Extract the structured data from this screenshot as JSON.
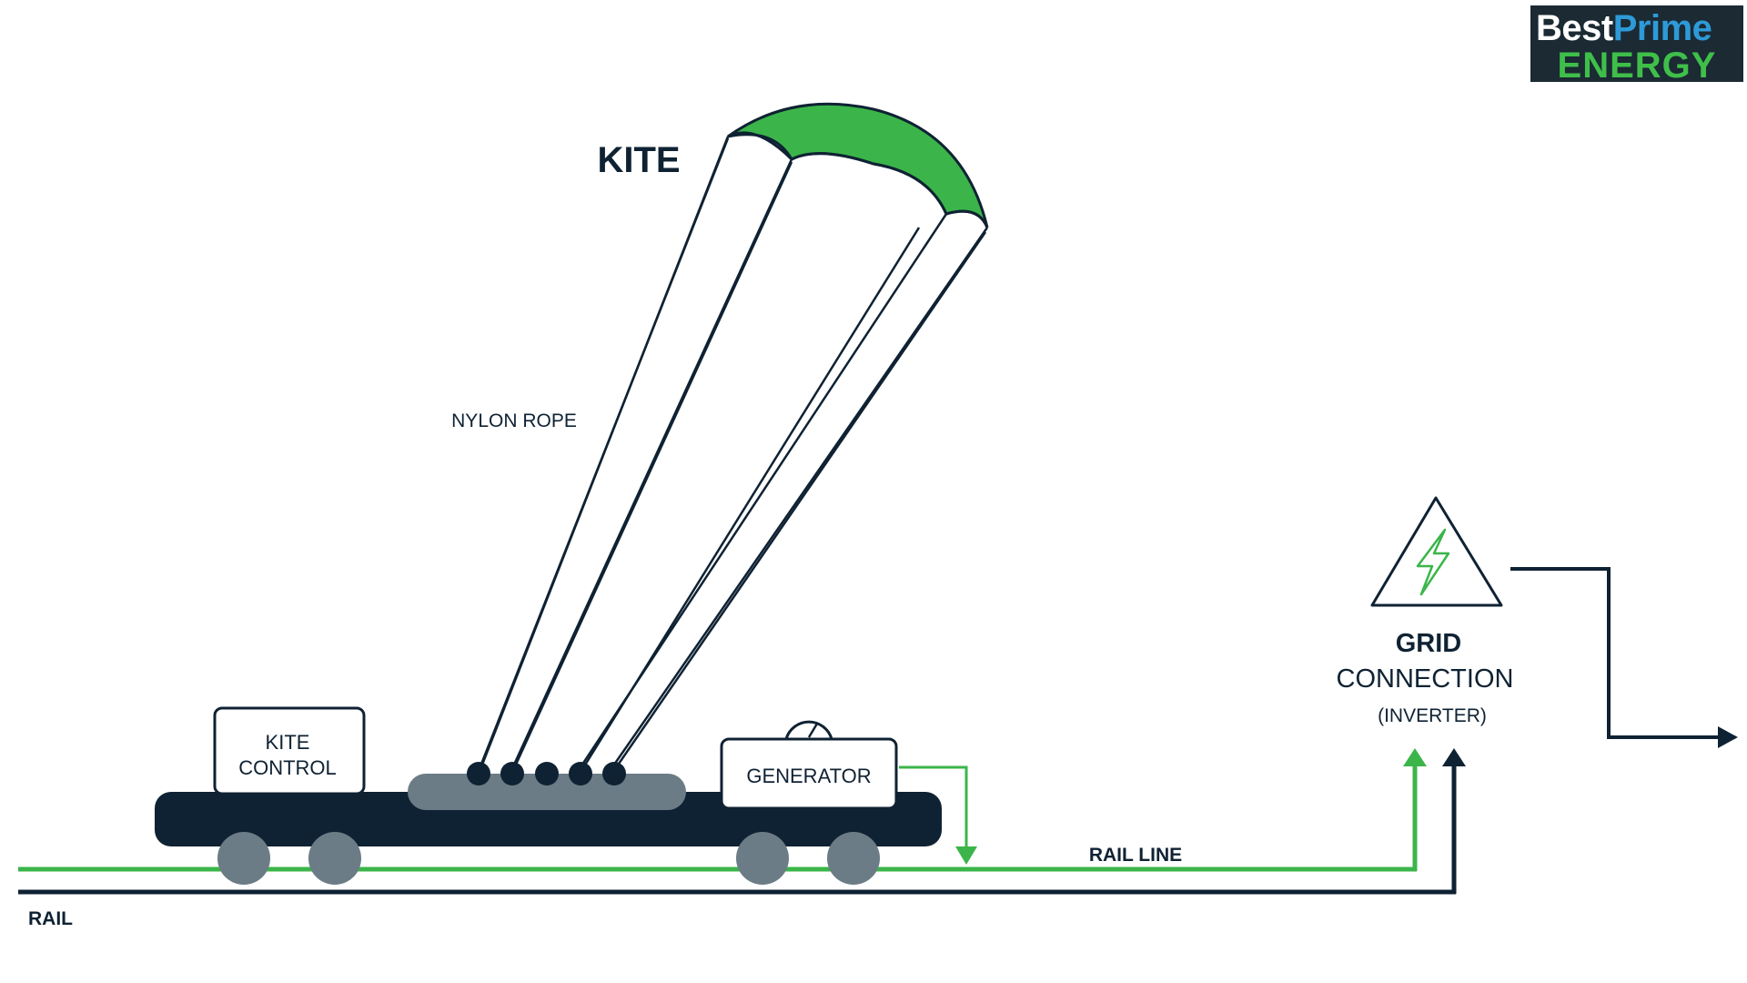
{
  "logo": {
    "part1": "Best",
    "part2": "Prime",
    "line2": "ENERGY",
    "colors": {
      "background": "#1b2a33",
      "best": "#ffffff",
      "prime": "#2e9ad8",
      "energy": "#3fbf4a"
    }
  },
  "labels": {
    "kite": "KITE",
    "nylon_rope": "NYLON ROPE",
    "kite_control_line1": "KITE",
    "kite_control_line2": "CONTROL",
    "generator": "GENERATOR",
    "grid_line1": "GRID",
    "grid_line2": "CONNECTION",
    "grid_line3": "(INVERTER)",
    "rail_line": "RAIL LINE",
    "rail": "RAIL"
  },
  "icons": {
    "grid": "lightning-warning-icon",
    "gauge": "gauge-icon"
  },
  "colors": {
    "navy": "#0f2233",
    "green": "#3bb54a",
    "gray": "#6b7c86",
    "white": "#ffffff"
  }
}
